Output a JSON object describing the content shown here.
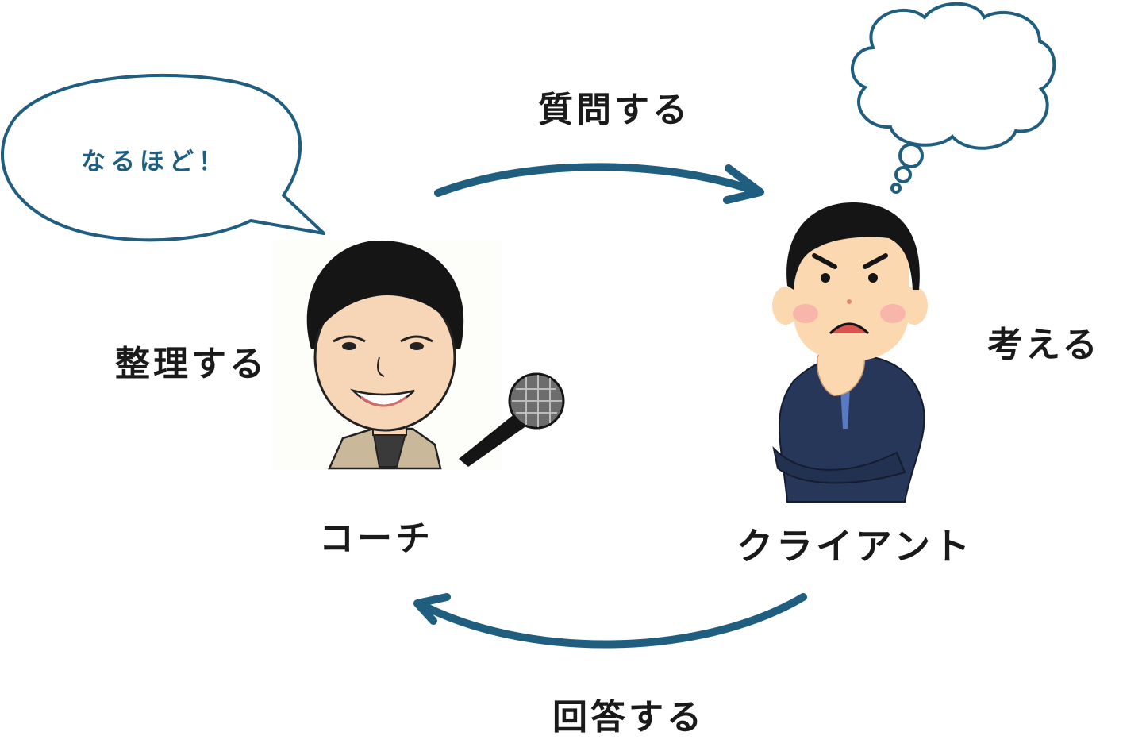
{
  "labels": {
    "question": "質問する",
    "think": "考える",
    "organize": "整理する",
    "coach": "コーチ",
    "client": "クライアント",
    "answer": "回答する"
  },
  "speech_bubble": {
    "text": "なるほど！"
  },
  "colors": {
    "accent": "#1f5e7e",
    "text": "#1a1a1a",
    "suit": "#27375a",
    "skin": "#fbd8b0",
    "hair": "#151515"
  },
  "icons": [
    "speech-bubble",
    "thought-cloud",
    "coach-avatar",
    "microphone",
    "client-figure",
    "arrow-right",
    "arrow-left"
  ]
}
